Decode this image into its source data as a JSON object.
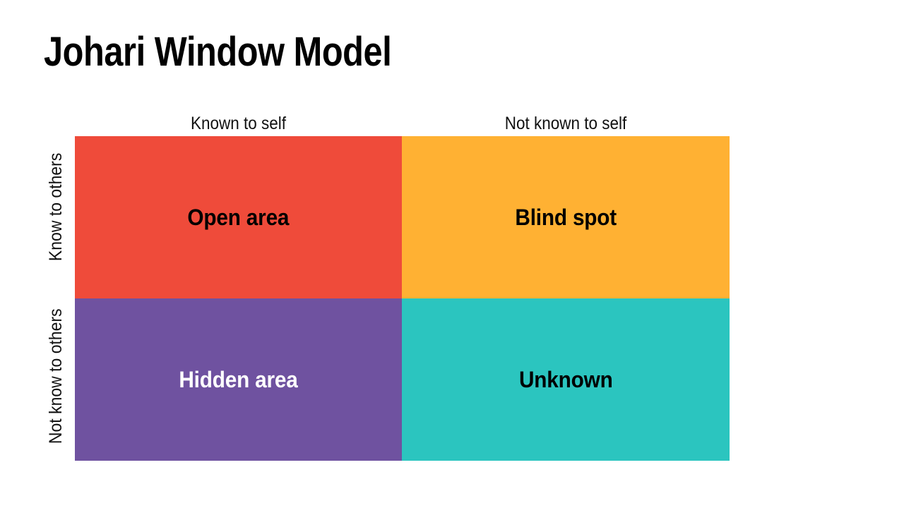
{
  "slide": {
    "title": "Johari Window Model",
    "background_color": "#FFFFFF"
  },
  "matrix": {
    "column_headers": [
      {
        "label": "Known to self"
      },
      {
        "label": "Not known to self"
      }
    ],
    "row_headers": [
      {
        "label": "Know to others"
      },
      {
        "label": "Not know to others"
      }
    ],
    "quadrants": [
      {
        "label": "Open area",
        "fill_color": "#EF4B3A",
        "text_color": "#000000",
        "column": "Known to self",
        "row": "Know to others"
      },
      {
        "label": "Blind spot",
        "fill_color": "#FFB133",
        "text_color": "#000000",
        "column": "Not known to self",
        "row": "Know to others"
      },
      {
        "label": "Hidden area",
        "fill_color": "#6F52A0",
        "text_color": "#FFFFFF",
        "column": "Known to self",
        "row": "Not know to others"
      },
      {
        "label": "Unknown",
        "fill_color": "#2BC5BF",
        "text_color": "#000000",
        "column": "Not known to self",
        "row": "Not know to others"
      }
    ]
  }
}
